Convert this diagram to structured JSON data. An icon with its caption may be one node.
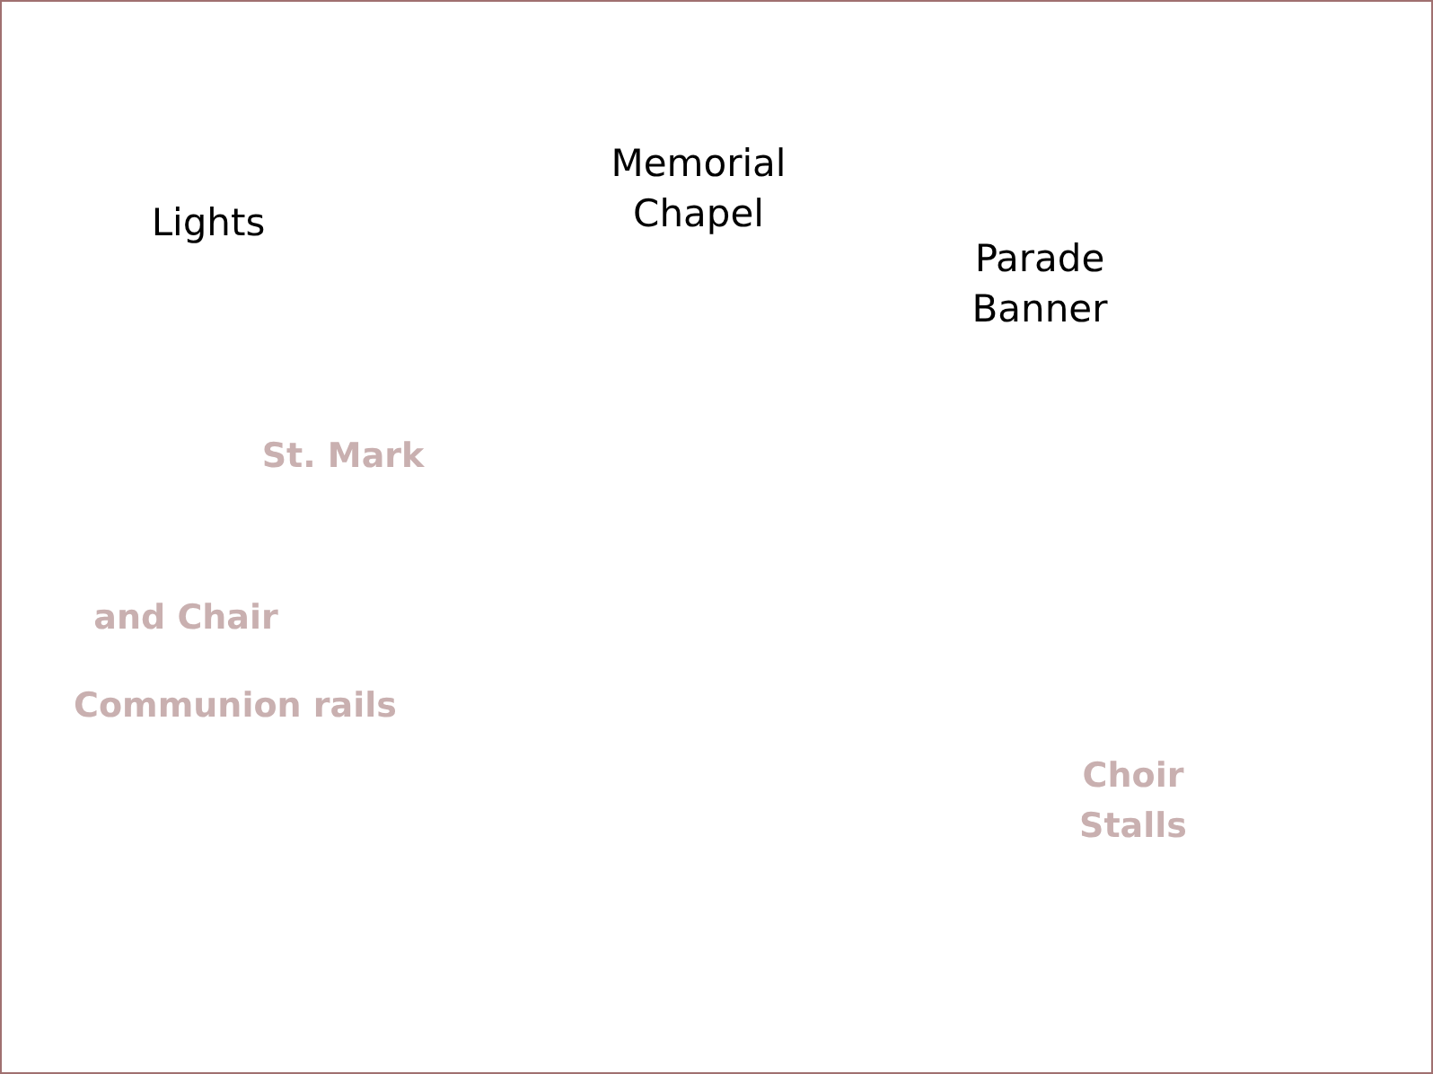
{
  "diagram": {
    "labels": [
      "Memorial Chapel",
      "Lights",
      "Parade Banner",
      "St. Mark",
      "and Chair",
      "Communion rails",
      "Choir Stalls"
    ]
  }
}
